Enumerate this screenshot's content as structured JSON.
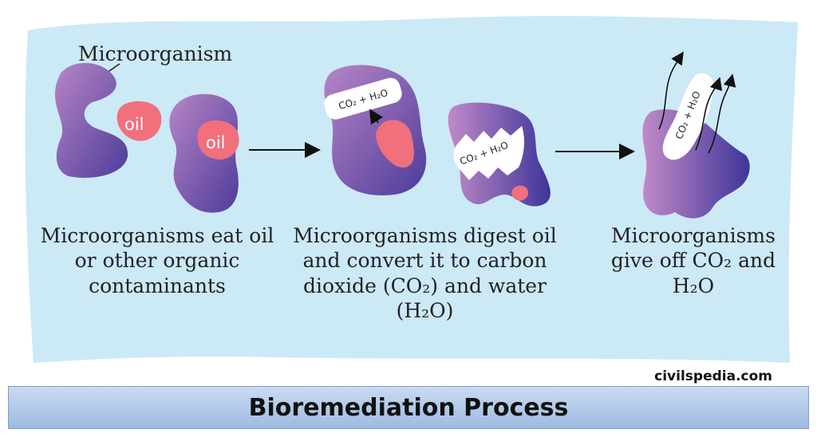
{
  "labels": {
    "microorganism": "Microorganism",
    "oil": "oil",
    "co2_h2o": "CO₂ + H₂O"
  },
  "captions": {
    "step1": "Microorganisms eat oil or other organic contaminants",
    "step2": "Microorganisms digest oil and convert it to carbon dioxide (CO₂) and water (H₂O)",
    "step3": "Microorganisms give off CO₂ and H₂O"
  },
  "source": "civilspedia.com",
  "title": "Bioremediation Process",
  "colors": {
    "background_blob": "#cce9f6",
    "organism_light": "#b785c6",
    "organism_dark": "#4d3c9a",
    "oil": "#f0707c"
  }
}
